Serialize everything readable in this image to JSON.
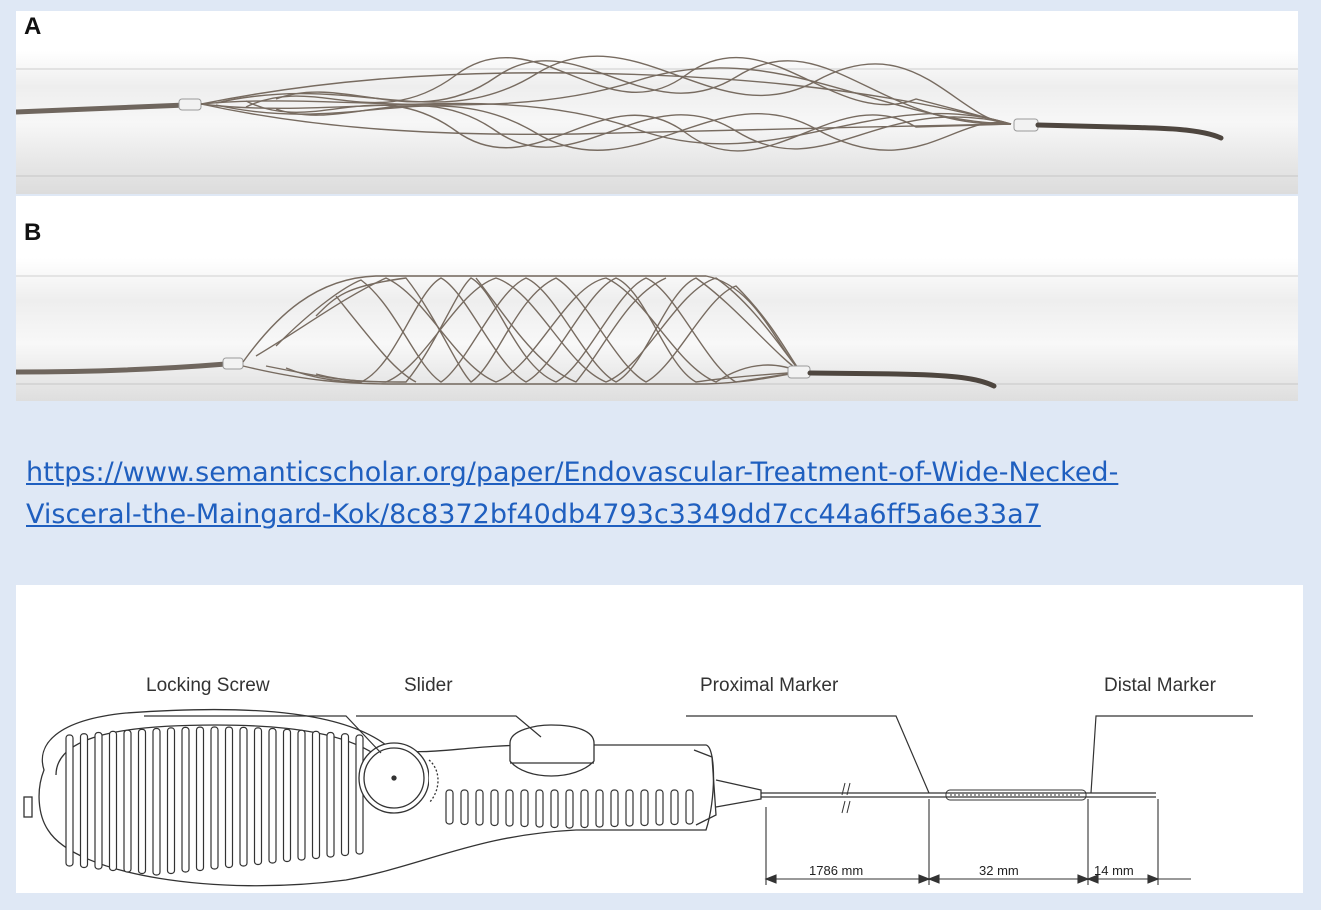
{
  "panel_a": {
    "label": "A"
  },
  "panel_b": {
    "label": "B"
  },
  "source_link": {
    "line1": "https://www.semanticscholar.org/paper/Endovascular-Treatment-of-Wide-Necked-",
    "line2": "Visceral-the-Maingard-Kok/8c8372bf40db4793c3349dd7cc44a6ff5a6e33a7"
  },
  "diagram": {
    "callouts": {
      "locking_screw": "Locking Screw",
      "slider": "Slider",
      "proximal_marker": "Proximal Marker",
      "distal_marker": "Distal Marker"
    },
    "dimensions": {
      "d1": "1786 mm",
      "d2": "32 mm",
      "d3": "14 mm"
    }
  },
  "colors": {
    "page_background": "#dfe8f5",
    "link": "#1f5fbf",
    "wire": "#6b6055",
    "tube": "#ececec"
  }
}
